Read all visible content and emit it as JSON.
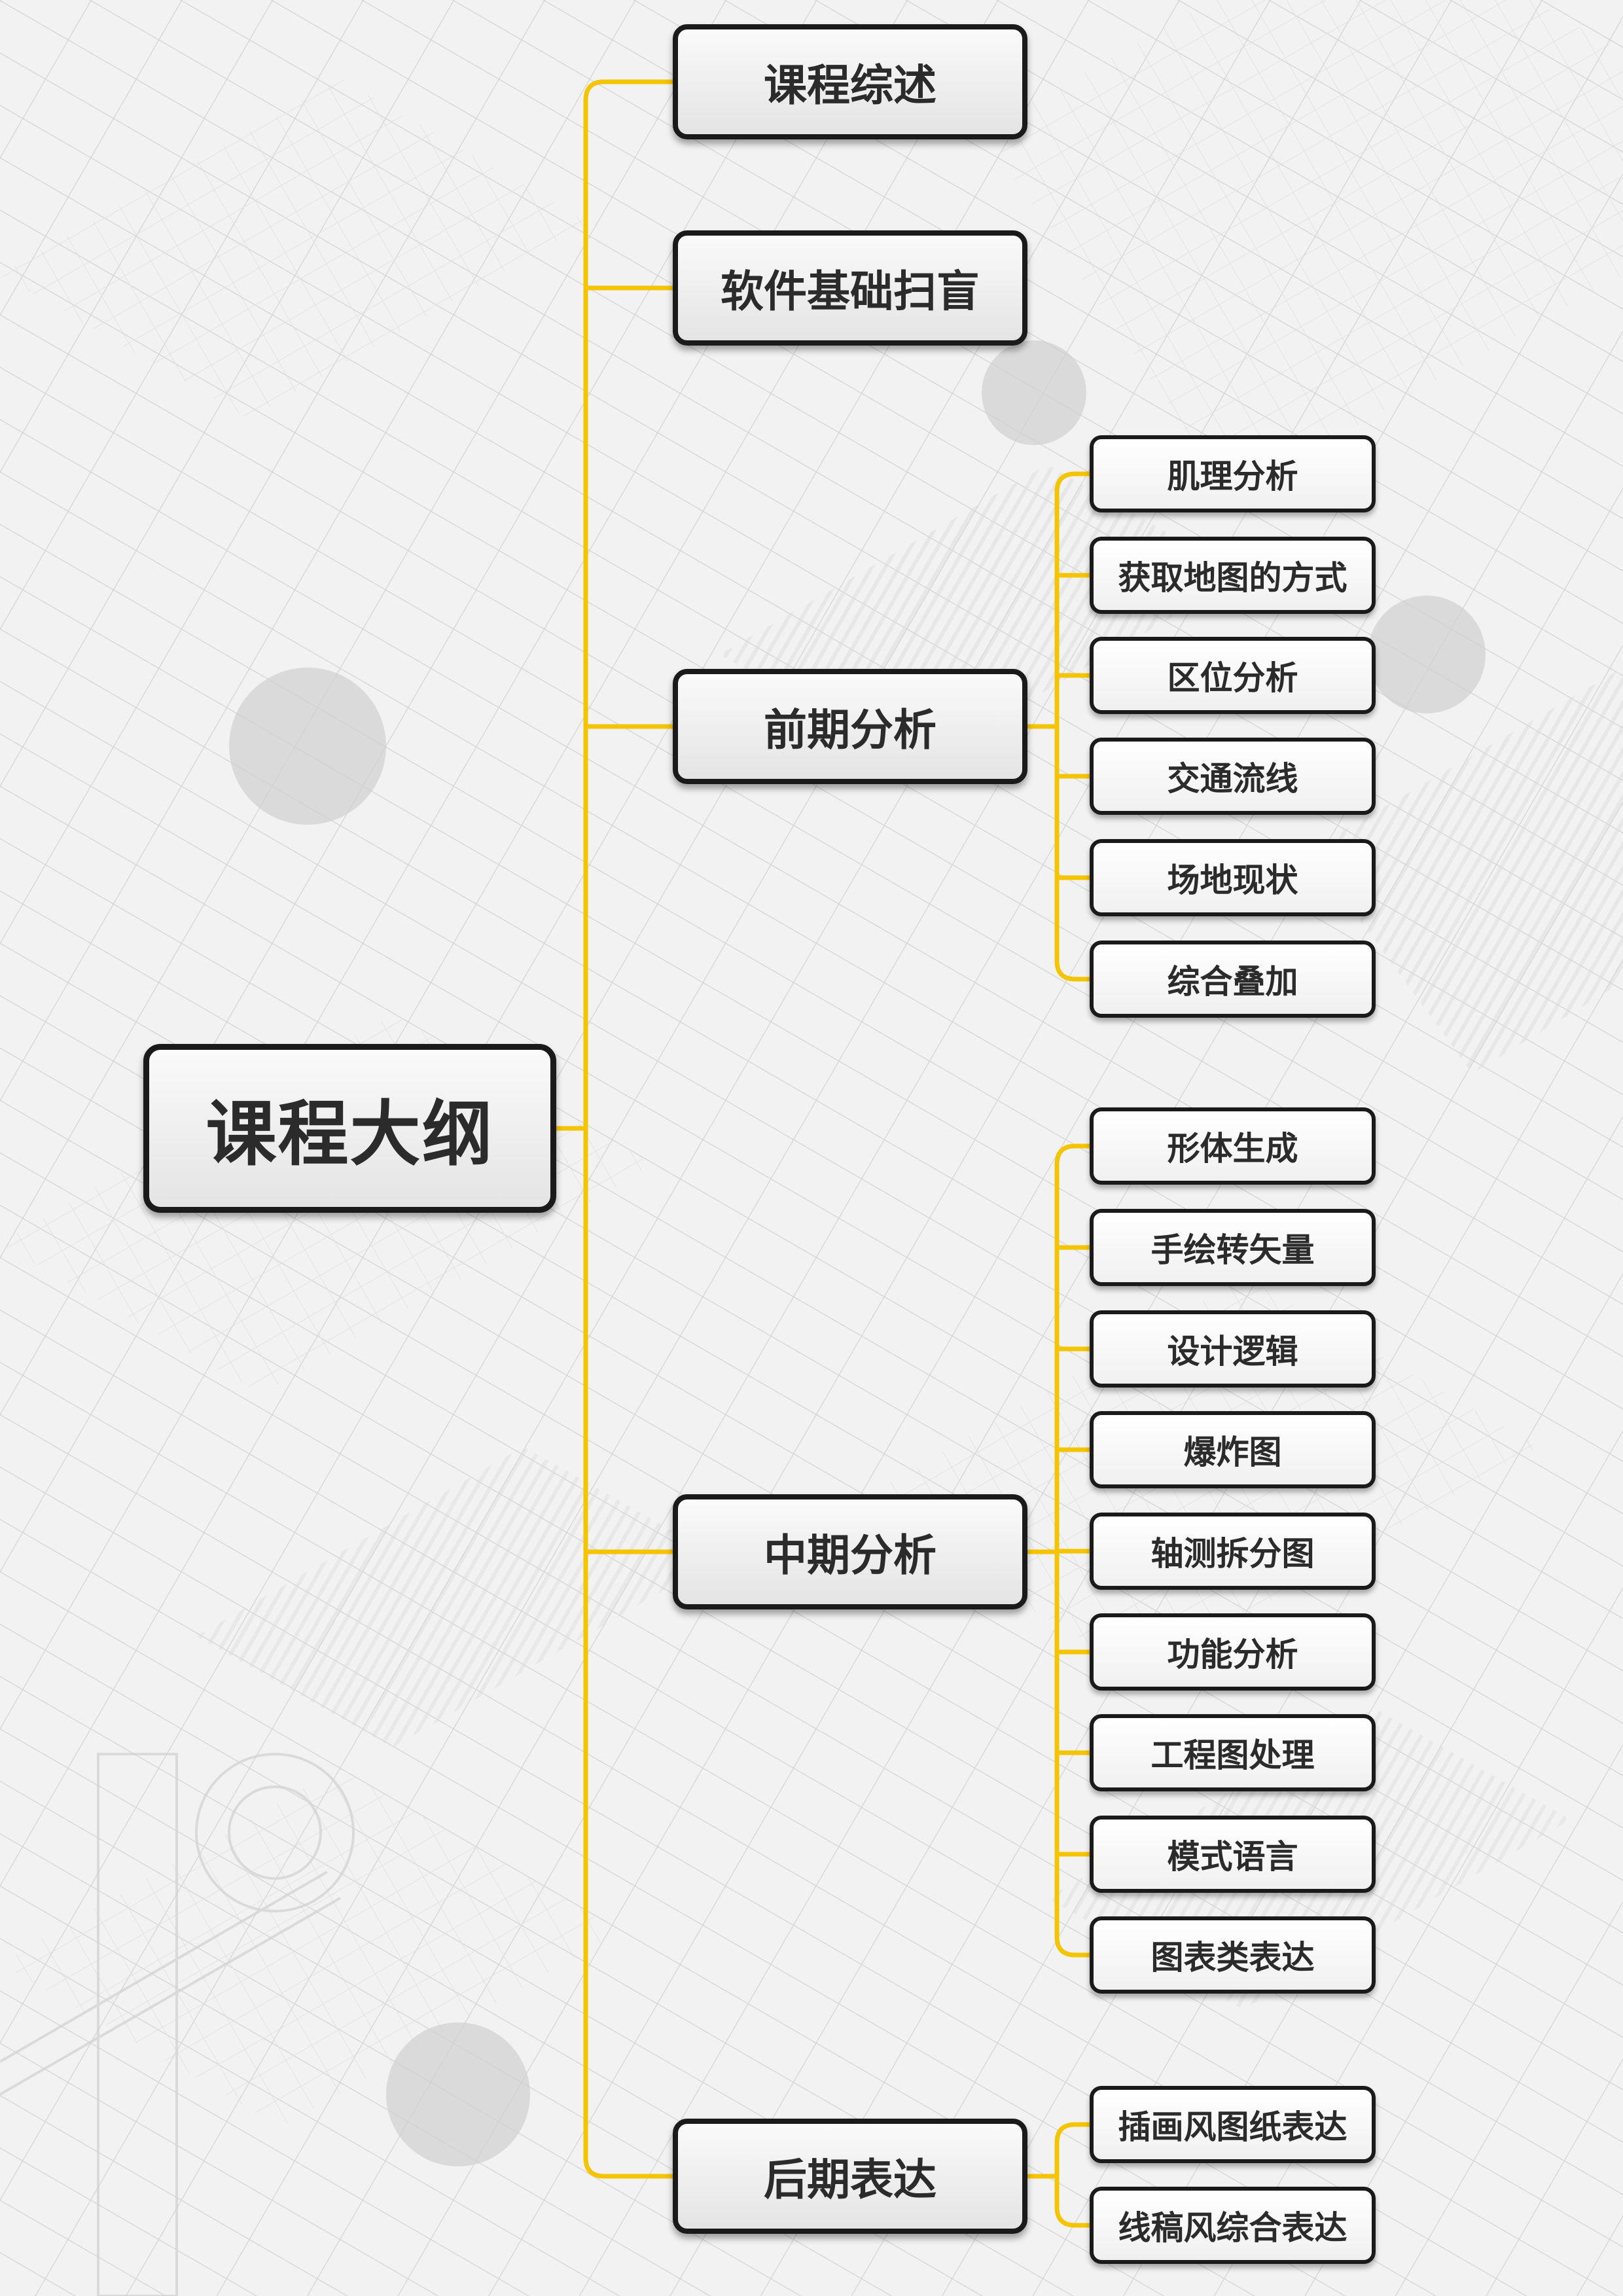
{
  "root": {
    "label": "课程大纲"
  },
  "branches": [
    {
      "label": "课程综述",
      "children": []
    },
    {
      "label": "软件基础扫盲",
      "children": []
    },
    {
      "label": "前期分析",
      "children": [
        "肌理分析",
        "获取地图的方式",
        "区位分析",
        "交通流线",
        "场地现状",
        "综合叠加"
      ]
    },
    {
      "label": "中期分析",
      "children": [
        "形体生成",
        "手绘转矢量",
        "设计逻辑",
        "爆炸图",
        "轴测拆分图",
        "功能分析",
        "工程图处理",
        "模式语言",
        "图表类表达"
      ]
    },
    {
      "label": "后期表达",
      "children": [
        "插画风图纸表达",
        "线稿风综合表达"
      ]
    }
  ],
  "colors": {
    "connector": "#f5c400",
    "border": "#1a1a1a",
    "text": "#2b2b2b",
    "background": "#ededed"
  }
}
